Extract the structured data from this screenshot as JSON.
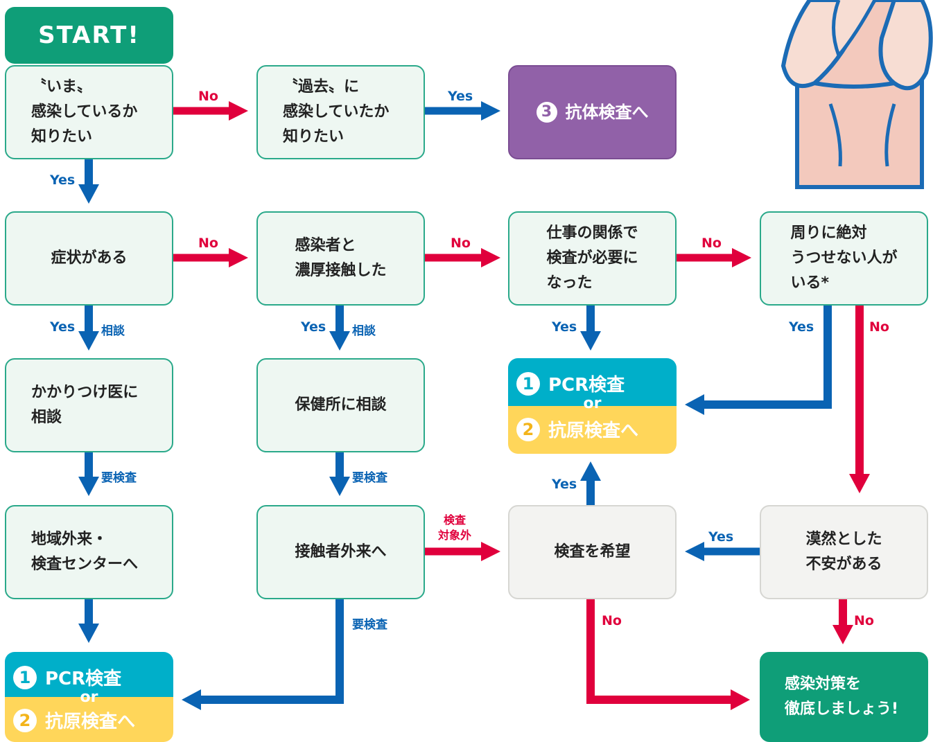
{
  "start": "START!",
  "nodes": {
    "now": "〝いま〟\n感染しているか\n知りたい",
    "past": "〝過去〟に\n感染していたか\n知りたい",
    "antibody_num": "3",
    "antibody": "抗体検査へ",
    "symptoms": "症状がある",
    "contact": "感染者と\n濃厚接触した",
    "work": "仕事の関係で\n検査が必要に\nなった",
    "vulnerable": "周りに絶対\nうつせない人が\nいる*",
    "clinic": "かかりつけ医に\n相談",
    "health_center": "保健所に相談",
    "local_outpatient": "地域外来・\n検査センターへ",
    "contact_outpatient": "接触者外来へ",
    "want_test": "検査を希望",
    "anxiety": "漠然とした\n不安がある",
    "prevention": "感染対策を\n徹底しましょう!"
  },
  "test_box": {
    "num1": "1",
    "pcr": "PCR検査",
    "or": "or",
    "num2": "2",
    "antigen": "抗原検査へ"
  },
  "labels": {
    "yes": "Yes",
    "no": "No",
    "consult": "相談",
    "need_test": "要検査",
    "not_eligible": "検査\n対象外"
  },
  "colors": {
    "green": "#0f9e78",
    "red": "#e0003c",
    "blue": "#0a63b3",
    "purple": "#9161a8",
    "cyan": "#00afc9",
    "yellow": "#ffd65a"
  }
}
